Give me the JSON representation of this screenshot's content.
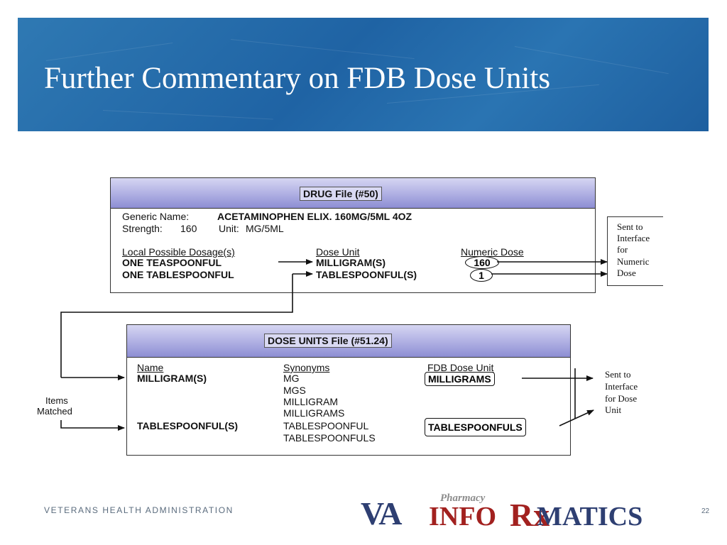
{
  "slide": {
    "title": "Further Commentary on FDB Dose Units",
    "footer": "VETERANS HEALTH ADMINISTRATION",
    "page_number": "22"
  },
  "logo": {
    "va": "VA",
    "pharmacy": "Pharmacy",
    "infor": "INFO",
    "rx": "Rx",
    "matics": "MATICS"
  },
  "drug_file": {
    "header": "DRUG File (#50)",
    "generic_name_label": "Generic Name:",
    "generic_name_value": "ACETAMINOPHEN ELIX. 160MG/5ML 4OZ",
    "strength_label": "Strength:",
    "strength_value": "160",
    "unit_label": "Unit:",
    "unit_value": "MG/5ML",
    "col_local": "Local Possible Dosage(s)",
    "col_dose_unit": "Dose Unit",
    "col_numeric": "Numeric Dose",
    "rows": [
      {
        "local": "ONE TEASPOONFUL",
        "dose_unit": "MILLIGRAM(S)",
        "numeric": "160"
      },
      {
        "local": "ONE TABLESPOONFUL",
        "dose_unit": "TABLESPOONFUL(S)",
        "numeric": "1"
      }
    ]
  },
  "dose_units_file": {
    "header": "DOSE UNITS File (#51.24)",
    "col_name": "Name",
    "col_synonyms": "Synonyms",
    "col_fdb": "FDB Dose Unit",
    "rows": [
      {
        "name": "MILLIGRAM(S)",
        "synonyms": [
          "MG",
          "MGS",
          "MILLIGRAM",
          "MILLIGRAMS"
        ],
        "fdb": "MILLIGRAMS"
      },
      {
        "name": "TABLESPOONFUL(S)",
        "synonyms": [
          "TABLESPOONFUL",
          "TABLESPOONFULS"
        ],
        "fdb": "TABLESPOONFULS"
      }
    ]
  },
  "notes": {
    "numeric_lines": [
      "Sent to",
      "Interface",
      "for",
      "Numeric",
      "Dose"
    ],
    "dose_unit_lines": [
      "Sent to",
      "Interface",
      "for Dose",
      "Unit"
    ],
    "items_matched_lines": [
      "Items",
      "Matched"
    ]
  },
  "colors": {
    "banner": "#2a6fae",
    "header_gradient_top": "#d6d6f2",
    "header_gradient_bottom": "#8d8ed3",
    "logo_blue": "#2e3f72",
    "logo_red": "#a2211f"
  }
}
